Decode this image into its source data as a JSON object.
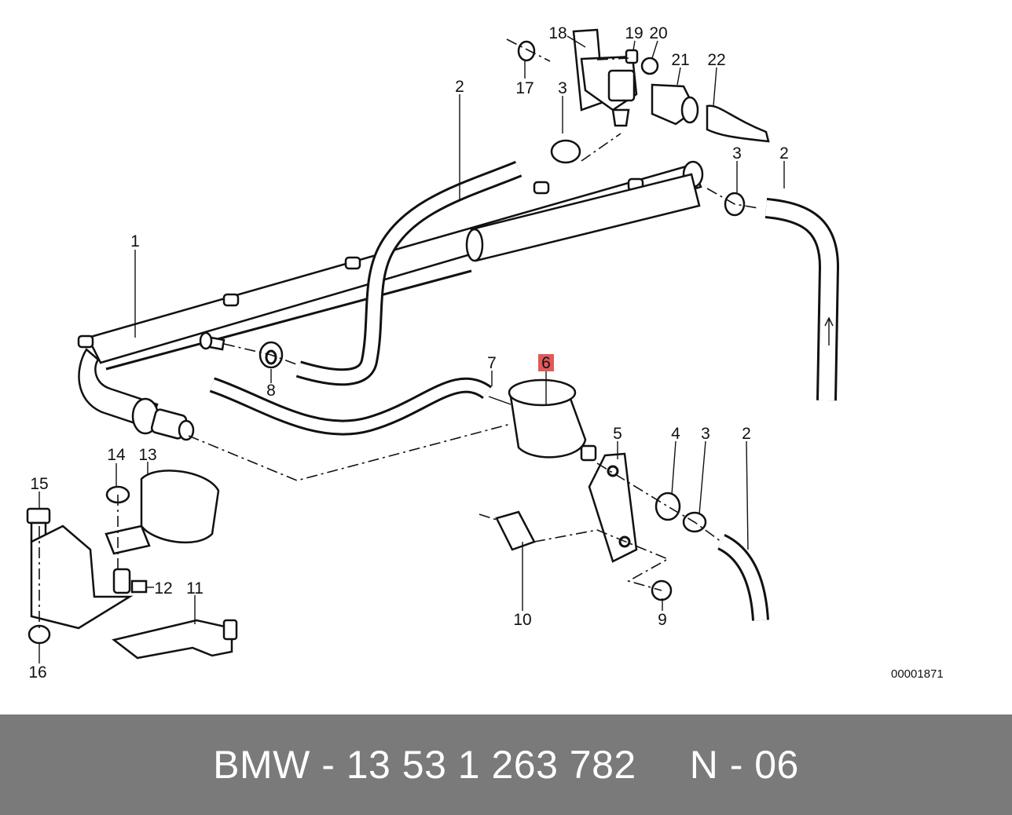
{
  "diagram": {
    "callouts": [
      {
        "id": "c1",
        "text": "1"
      },
      {
        "id": "c2a",
        "text": "2"
      },
      {
        "id": "c2b",
        "text": "2"
      },
      {
        "id": "c2c",
        "text": "2"
      },
      {
        "id": "c3a",
        "text": "3"
      },
      {
        "id": "c3b",
        "text": "3"
      },
      {
        "id": "c3c",
        "text": "3"
      },
      {
        "id": "c4",
        "text": "4"
      },
      {
        "id": "c5",
        "text": "5"
      },
      {
        "id": "c6",
        "text": "6",
        "highlight": "#e05a5a"
      },
      {
        "id": "c7",
        "text": "7"
      },
      {
        "id": "c8",
        "text": "8"
      },
      {
        "id": "c9",
        "text": "9"
      },
      {
        "id": "c10",
        "text": "10"
      },
      {
        "id": "c11",
        "text": "11"
      },
      {
        "id": "c12",
        "text": "12"
      },
      {
        "id": "c13",
        "text": "13"
      },
      {
        "id": "c14",
        "text": "14"
      },
      {
        "id": "c15",
        "text": "15"
      },
      {
        "id": "c16",
        "text": "16"
      },
      {
        "id": "c17",
        "text": "17"
      },
      {
        "id": "c18",
        "text": "18"
      },
      {
        "id": "c19",
        "text": "19"
      },
      {
        "id": "c20",
        "text": "20"
      },
      {
        "id": "c21",
        "text": "21"
      },
      {
        "id": "c22",
        "text": "22"
      }
    ],
    "reference_code": "00001871"
  },
  "footer": {
    "part_text": "BMW - 13 53 1 263 782",
    "group_text": "N - 06",
    "background": "#7a7a7a",
    "text_color": "#ffffff"
  }
}
